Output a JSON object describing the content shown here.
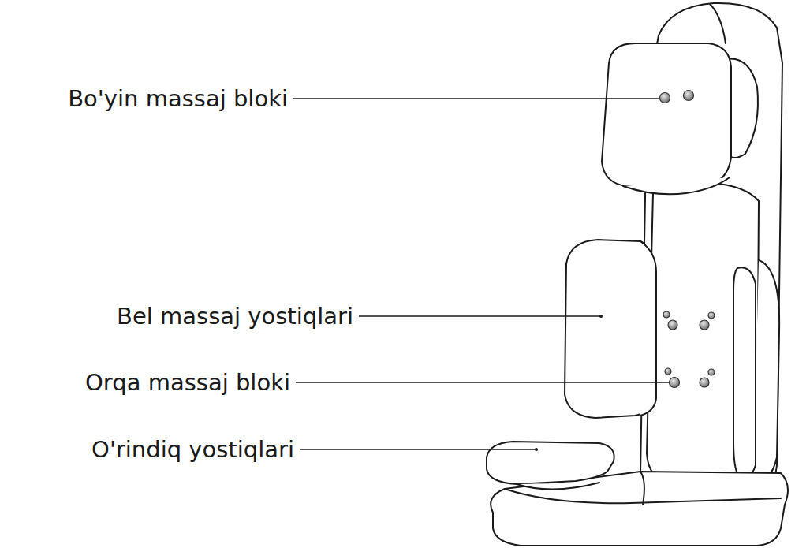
{
  "diagram": {
    "labels": [
      "Bo'yin massaj bloki",
      "Bel massaj yostiqlari",
      "Orqa massaj bloki",
      "O'rindiq yostiqlari"
    ]
  }
}
